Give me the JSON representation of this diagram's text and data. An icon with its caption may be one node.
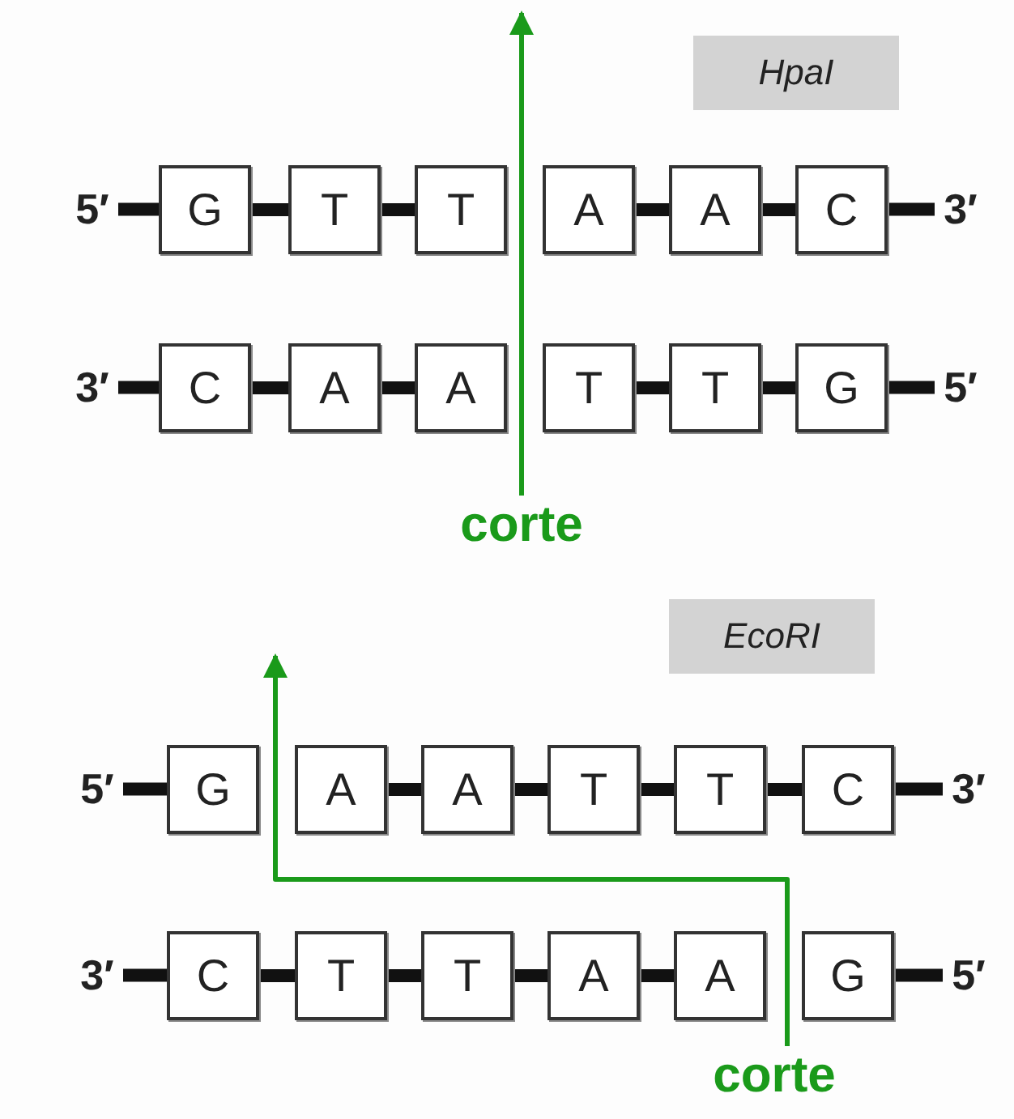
{
  "diagram": {
    "nodes": [
      {
        "text": [
          "HpaI"
        ]
      },
      {
        "text": [
          "5′"
        ]
      },
      {
        "text": [
          "G"
        ]
      },
      {
        "text": [
          "T"
        ]
      },
      {
        "text": [
          "T"
        ]
      },
      {
        "text": [
          "A"
        ]
      },
      {
        "text": [
          "A"
        ]
      },
      {
        "text": [
          "C"
        ]
      },
      {
        "text": [
          "3′"
        ]
      },
      {
        "text": [
          "3′"
        ]
      },
      {
        "text": [
          "C"
        ]
      },
      {
        "text": [
          "A"
        ]
      },
      {
        "text": [
          "A"
        ]
      },
      {
        "text": [
          "T"
        ]
      },
      {
        "text": [
          "T"
        ]
      },
      {
        "text": [
          "G"
        ]
      },
      {
        "text": [
          "5′"
        ]
      },
      {
        "text": [
          "corte"
        ]
      },
      {
        "text": [
          "EcoRI"
        ]
      },
      {
        "text": [
          "5′"
        ]
      },
      {
        "text": [
          "G"
        ]
      },
      {
        "text": [
          "A"
        ]
      },
      {
        "text": [
          "A"
        ]
      },
      {
        "text": [
          "T"
        ]
      },
      {
        "text": [
          "T"
        ]
      },
      {
        "text": [
          "C"
        ]
      },
      {
        "text": [
          "3′"
        ]
      },
      {
        "text": [
          "3′"
        ]
      },
      {
        "text": [
          "C"
        ]
      },
      {
        "text": [
          "T"
        ]
      },
      {
        "text": [
          "T"
        ]
      },
      {
        "text": [
          "A"
        ]
      },
      {
        "text": [
          "A"
        ]
      },
      {
        "text": [
          "G"
        ]
      },
      {
        "text": [
          "5′"
        ]
      },
      {
        "text": [
          "corte"
        ]
      }
    ],
    "edges": [
      {
        "from": 1,
        "to": 2,
        "arrow": "none"
      },
      {
        "from": 2,
        "to": 3,
        "arrow": "none"
      },
      {
        "from": 3,
        "to": 4,
        "arrow": "none"
      },
      {
        "from": 5,
        "to": 6,
        "arrow": "none"
      },
      {
        "from": 6,
        "to": 7,
        "arrow": "none"
      },
      {
        "from": 7,
        "to": 8,
        "arrow": "none"
      },
      {
        "from": 9,
        "to": 10,
        "arrow": "none"
      },
      {
        "from": 10,
        "to": 11,
        "arrow": "none"
      },
      {
        "from": 11,
        "to": 12,
        "arrow": "none"
      },
      {
        "from": 13,
        "to": 14,
        "arrow": "none"
      },
      {
        "from": 14,
        "to": 15,
        "arrow": "none"
      },
      {
        "from": 15,
        "to": 16,
        "arrow": "none"
      },
      {
        "from": 17,
        "to": null,
        "arrow": "to",
        "color": "#1a9a1a"
      },
      {
        "from": 19,
        "to": 20,
        "arrow": "none"
      },
      {
        "from": 21,
        "to": 22,
        "arrow": "none"
      },
      {
        "from": 22,
        "to": 23,
        "arrow": "none"
      },
      {
        "from": 23,
        "to": 24,
        "arrow": "none"
      },
      {
        "from": 24,
        "to": 25,
        "arrow": "none"
      },
      {
        "from": 25,
        "to": 26,
        "arrow": "none"
      },
      {
        "from": 27,
        "to": 28,
        "arrow": "none"
      },
      {
        "from": 28,
        "to": 29,
        "arrow": "none"
      },
      {
        "from": 29,
        "to": 30,
        "arrow": "none"
      },
      {
        "from": 30,
        "to": 31,
        "arrow": "none"
      },
      {
        "from": 31,
        "to": 32,
        "arrow": "none"
      },
      {
        "from": 33,
        "to": 34,
        "arrow": "none"
      },
      {
        "from": 35,
        "to": null,
        "arrow": "to",
        "color": "#1a9a1a"
      }
    ]
  }
}
